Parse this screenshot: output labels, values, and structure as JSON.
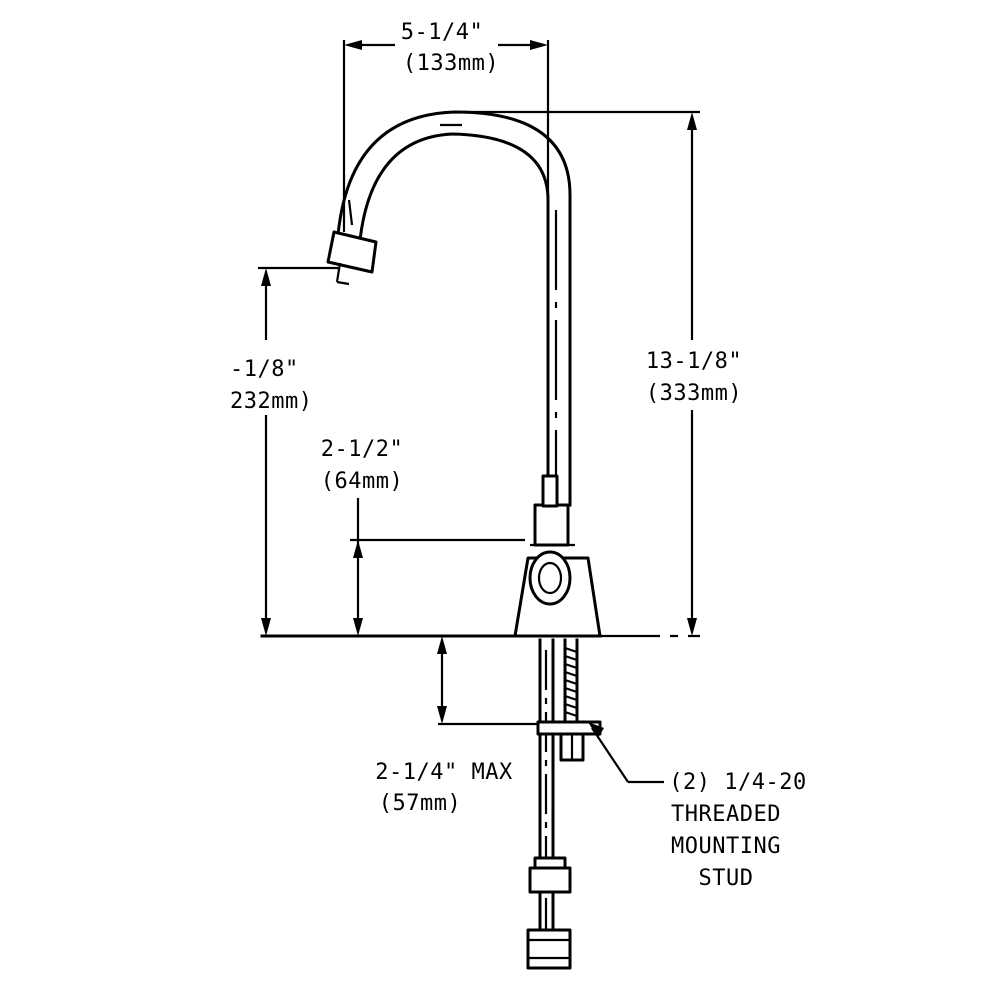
{
  "dimensions": {
    "spout_reach": {
      "imperial": "5-1/4\"",
      "metric": "(133mm)"
    },
    "overall_height": {
      "imperial": "13-1/8\"",
      "metric": "(333mm)"
    },
    "spout_height": {
      "imperial": "-1/8\"",
      "metric": "232mm)"
    },
    "body_height": {
      "imperial": "2-1/2\"",
      "metric": "(64mm)"
    },
    "deck_thickness": {
      "imperial": "2-1/4\" MAX",
      "metric": "(57mm)"
    }
  },
  "callout": {
    "line1": "(2) 1/4-20",
    "line2": "THREADED",
    "line3": "MOUNTING",
    "line4": "STUD"
  }
}
